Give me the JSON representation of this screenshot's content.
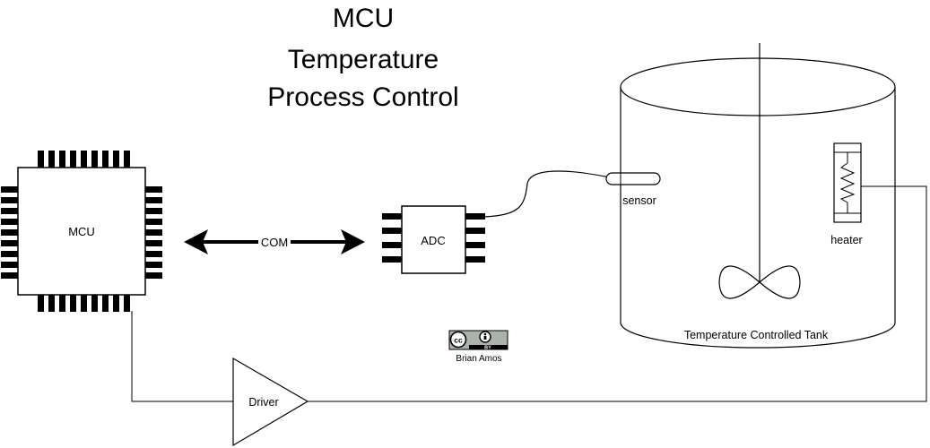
{
  "title": {
    "line1": "MCU",
    "line2": "Temperature",
    "line3": "Process Control"
  },
  "mcu": {
    "label": "MCU"
  },
  "com": {
    "label": "COM"
  },
  "adc": {
    "label": "ADC"
  },
  "sensor": {
    "label": "sensor"
  },
  "heater": {
    "label": "heater"
  },
  "tank": {
    "label": "Temperature Controlled Tank"
  },
  "driver": {
    "label": "Driver"
  },
  "license": {
    "cc_symbol": "cc",
    "by_label": "BY",
    "author": "Brian Amos"
  }
}
